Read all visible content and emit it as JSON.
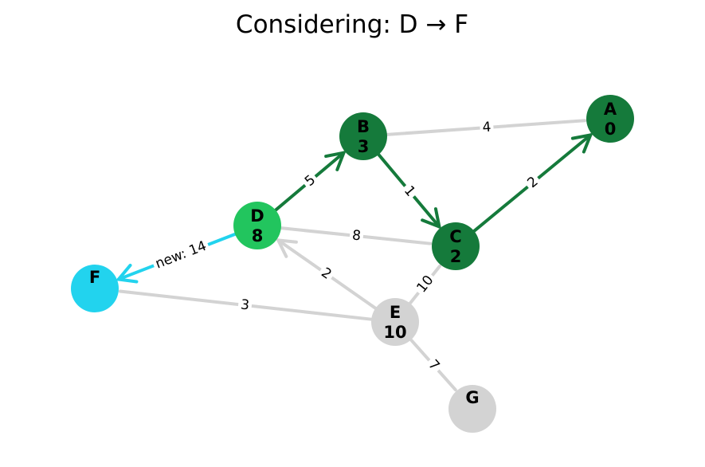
{
  "title": "Considering: D → F",
  "colors": {
    "visited": "#157a3b",
    "current": "#22c55e",
    "considering": "#22d3ee",
    "unvisited": "#d3d3d3",
    "tree_edge": "#157a3b",
    "plain_edge": "#d3d3d3",
    "considering_edge": "#22d3ee"
  },
  "nodes": [
    {
      "id": "A",
      "label": "A",
      "dist": "0",
      "state": "visited"
    },
    {
      "id": "B",
      "label": "B",
      "dist": "3",
      "state": "visited"
    },
    {
      "id": "C",
      "label": "C",
      "dist": "2",
      "state": "visited"
    },
    {
      "id": "D",
      "label": "D",
      "dist": "8",
      "state": "current"
    },
    {
      "id": "E",
      "label": "E",
      "dist": "10",
      "state": "unvisited"
    },
    {
      "id": "F",
      "label": "F",
      "dist": "",
      "state": "considering"
    },
    {
      "id": "G",
      "label": "G",
      "dist": "",
      "state": "unvisited"
    }
  ],
  "edges": [
    {
      "from": "B",
      "to": "A",
      "label": "4",
      "kind": "plain",
      "directed": false
    },
    {
      "from": "B",
      "to": "C",
      "label": "1",
      "kind": "tree",
      "directed": true
    },
    {
      "from": "C",
      "to": "A",
      "label": "2",
      "kind": "tree",
      "directed": true
    },
    {
      "from": "D",
      "to": "B",
      "label": "5",
      "kind": "tree",
      "directed": true
    },
    {
      "from": "D",
      "to": "C",
      "label": "8",
      "kind": "plain",
      "directed": false
    },
    {
      "from": "E",
      "to": "D",
      "label": "2",
      "kind": "plain",
      "directed": true
    },
    {
      "from": "E",
      "to": "C",
      "label": "10",
      "kind": "plain",
      "directed": false
    },
    {
      "from": "E",
      "to": "F",
      "label": "3",
      "kind": "plain",
      "directed": false
    },
    {
      "from": "E",
      "to": "G",
      "label": "7",
      "kind": "plain",
      "directed": false
    },
    {
      "from": "D",
      "to": "F",
      "label": "new: 14",
      "kind": "considering",
      "directed": true
    }
  ]
}
